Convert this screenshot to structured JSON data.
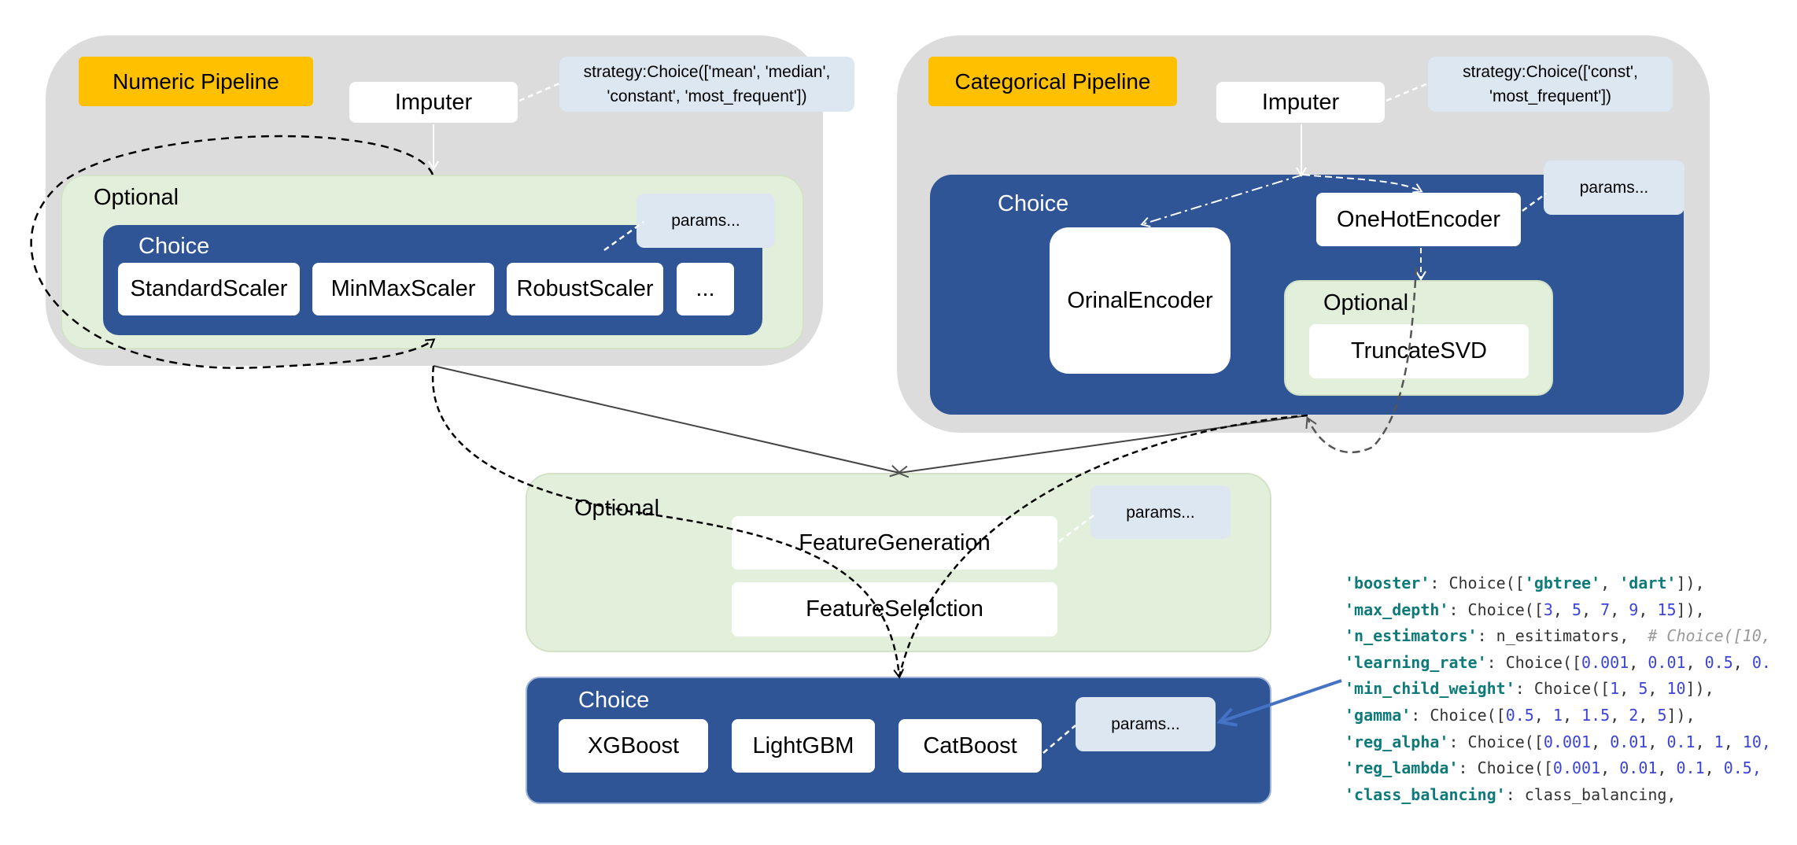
{
  "numeric": {
    "title": "Numeric Pipeline",
    "imputer": "Imputer",
    "imputer_params_line1": "strategy:Choice(['mean', 'median',",
    "imputer_params_line2": "'constant', 'most_frequent'])",
    "optional": "Optional",
    "choice": "Choice",
    "params": "params...",
    "scalers": [
      "StandardScaler",
      "MinMaxScaler",
      "RobustScaler",
      "..."
    ]
  },
  "categorical": {
    "title": "Categorical Pipeline",
    "imputer": "Imputer",
    "imputer_params_line1": "strategy:Choice(['const',",
    "imputer_params_line2": "'most_frequent'])",
    "choice": "Choice",
    "params": "params...",
    "onehot": "OneHotEncoder",
    "ordinal": "OrinalEncoder",
    "optional": "Optional",
    "svd": "TruncateSVD"
  },
  "features": {
    "optional": "Optional",
    "params": "params...",
    "generation": "FeatureGeneration",
    "selection": "FeatureSelelction"
  },
  "models": {
    "choice": "Choice",
    "params": "params...",
    "items": [
      "XGBoost",
      "LightGBM",
      "CatBoost"
    ]
  },
  "code": [
    {
      "key": "'booster'",
      "rest": ": Choice([",
      "vals": [
        "'gbtree'",
        "'dart'"
      ],
      "tail": "]),"
    },
    {
      "key": "'max_depth'",
      "rest": ": Choice([",
      "vals": [
        "3",
        "5",
        "7",
        "9",
        "15"
      ],
      "tail": "]),"
    },
    {
      "key": "'n_estimators'",
      "rest": ": n_esitimators,  ",
      "comment": "# Choice([10,"
    },
    {
      "key": "'learning_rate'",
      "rest": ": Choice([",
      "vals": [
        "0.001",
        "0.01",
        "0.5",
        "0."
      ],
      "tail": ""
    },
    {
      "key": "'min_child_weight'",
      "rest": ": Choice([",
      "vals": [
        "1",
        "5",
        "10"
      ],
      "tail": "]),"
    },
    {
      "key": "'gamma'",
      "rest": ": Choice([",
      "vals": [
        "0.5",
        "1",
        "1.5",
        "2",
        "5"
      ],
      "tail": "]),"
    },
    {
      "key": "'reg_alpha'",
      "rest": ": Choice([",
      "vals": [
        "0.001",
        "0.01",
        "0.1",
        "1",
        "10,"
      ],
      "tail": ""
    },
    {
      "key": "'reg_lambda'",
      "rest": ": Choice([",
      "vals": [
        "0.001",
        "0.01",
        "0.1",
        "0.5,"
      ],
      "tail": ""
    },
    {
      "key": "'class_balancing'",
      "rest": ": class_balancing,"
    }
  ]
}
